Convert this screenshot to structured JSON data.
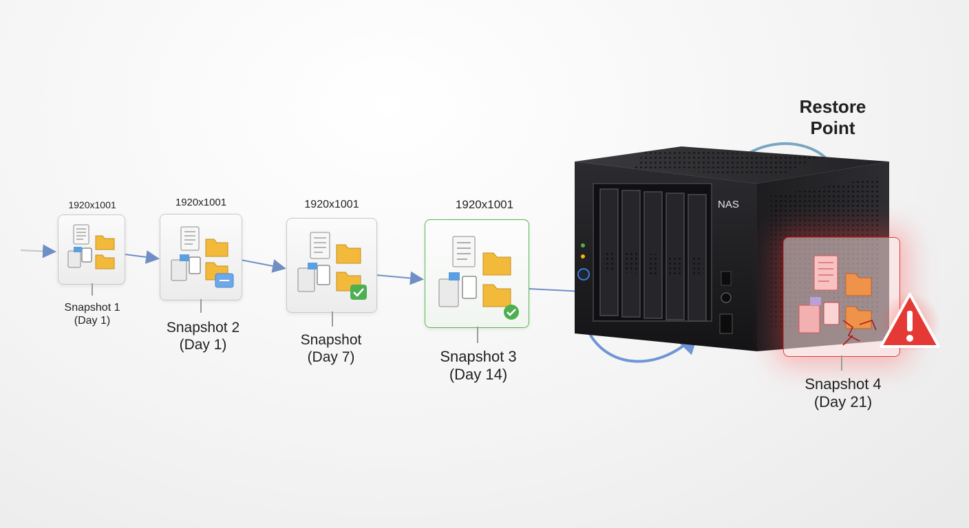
{
  "diagram": {
    "restore_point": [
      "Restore",
      "Point"
    ],
    "nas_label": "NAS",
    "snapshots": [
      {
        "resolution": "1920x1001",
        "name": "Snapshot 1",
        "day": "(Day 1)",
        "state": "normal"
      },
      {
        "resolution": "1920x1001",
        "name": "Snapshot 2",
        "day": "(Day 1)",
        "state": "normal"
      },
      {
        "resolution": "1920x1001",
        "name": "Snapshot",
        "day": "(Day 7)",
        "state": "verified"
      },
      {
        "resolution": "1920x1001",
        "name": "Snapshot 3",
        "day": "(Day 14)",
        "state": "verified"
      },
      {
        "name": "Snapshot 4",
        "day": "(Day 21)",
        "state": "corrupted"
      }
    ],
    "icons": [
      "document-icon",
      "folder-icon",
      "check-icon",
      "warning-icon",
      "nas-icon"
    ],
    "colors": {
      "flow_arrow": "#6f8fc4",
      "verified": "#4caf50",
      "corrupted": "#e53935",
      "folder": "#f2b93b",
      "nas_body": "#1f1f22"
    }
  }
}
